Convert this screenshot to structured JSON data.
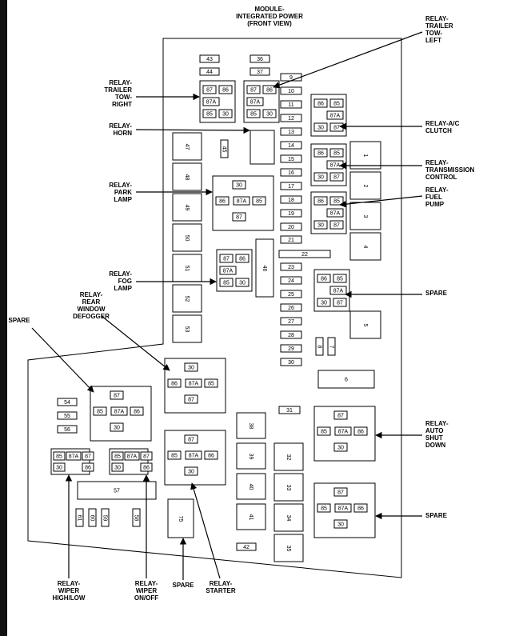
{
  "header": {
    "lines": [
      "MODULE-",
      "INTEGRATED POWER",
      "(FRONT VIEW)"
    ]
  },
  "small_fuses": [
    "9",
    "10",
    "11",
    "12",
    "13",
    "14",
    "15",
    "16",
    "17",
    "18",
    "19",
    "20",
    "21",
    "22",
    "23",
    "24",
    "25",
    "26",
    "27",
    "28",
    "29",
    "30",
    "31",
    "36",
    "37",
    "42",
    "43",
    "44",
    "54",
    "55",
    "56"
  ],
  "cartridge_fuses": [
    "1",
    "2",
    "3",
    "4",
    "5",
    "6",
    "32",
    "33",
    "34",
    "35",
    "38",
    "39",
    "40",
    "41",
    "46",
    "47",
    "48",
    "49",
    "50",
    "51",
    "52",
    "53",
    "57",
    "75"
  ],
  "rotated_fuses": [
    "45",
    "7",
    "8",
    "58",
    "59",
    "60",
    "61"
  ],
  "relay_pins": [
    "30",
    "85",
    "86",
    "87",
    "87A"
  ],
  "callouts": [
    {
      "id": "trailer-tow-left",
      "lines": [
        "RELAY-",
        "TRAILER",
        "TOW-",
        "LEFT"
      ]
    },
    {
      "id": "trailer-tow-right",
      "lines": [
        "RELAY-",
        "TRAILER",
        "TOW-",
        "RIGHT"
      ]
    },
    {
      "id": "horn",
      "lines": [
        "RELAY-",
        "HORN"
      ]
    },
    {
      "id": "park-lamp",
      "lines": [
        "RELAY-",
        "PARK",
        "LAMP"
      ]
    },
    {
      "id": "fog-lamp",
      "lines": [
        "RELAY-",
        "FOG",
        "LAMP"
      ]
    },
    {
      "id": "rear-window-defogger",
      "lines": [
        "RELAY-",
        "REAR",
        "WINDOW",
        "DEFOGGER"
      ]
    },
    {
      "id": "spare-left",
      "lines": [
        "SPARE"
      ]
    },
    {
      "id": "ac-clutch",
      "lines": [
        "RELAY-A/C",
        "CLUTCH"
      ]
    },
    {
      "id": "transmission-control",
      "lines": [
        "RELAY-",
        "TRANSMISSION",
        "CONTROL"
      ]
    },
    {
      "id": "fuel-pump",
      "lines": [
        "RELAY-",
        "FUEL",
        "PUMP"
      ]
    },
    {
      "id": "spare-right-1",
      "lines": [
        "SPARE"
      ]
    },
    {
      "id": "auto-shut-down",
      "lines": [
        "RELAY-",
        "AUTO",
        "SHUT",
        "DOWN"
      ]
    },
    {
      "id": "spare-right-2",
      "lines": [
        "SPARE"
      ]
    },
    {
      "id": "wiper-high-low",
      "lines": [
        "RELAY-",
        "WIPER",
        "HIGH/LOW"
      ]
    },
    {
      "id": "wiper-on-off",
      "lines": [
        "RELAY-",
        "WIPER",
        "ON/OFF"
      ]
    },
    {
      "id": "spare-bottom",
      "lines": [
        "SPARE"
      ]
    },
    {
      "id": "starter",
      "lines": [
        "RELAY-",
        "STARTER"
      ]
    }
  ]
}
